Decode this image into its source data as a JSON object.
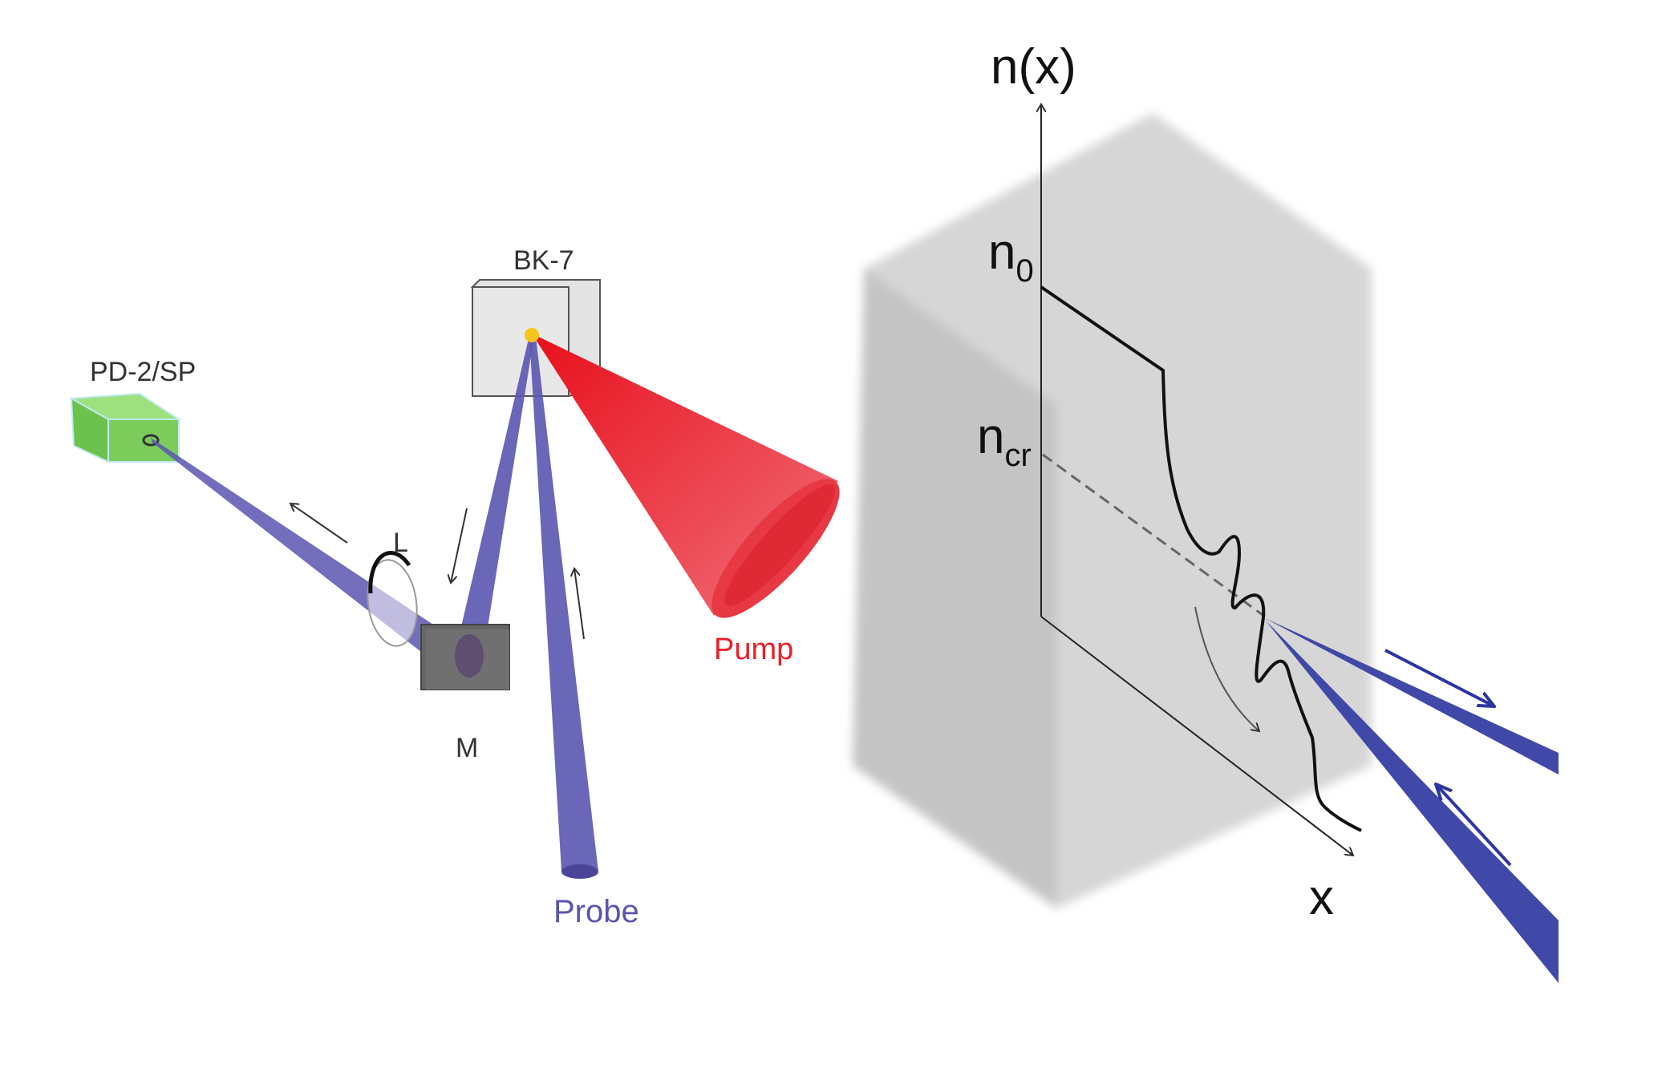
{
  "left_setup": {
    "sample_label": "BK-7",
    "detector_label": "PD-2/SP",
    "lens_label": "L",
    "mirror_label": "M",
    "pump_label": "Pump",
    "probe_label": "Probe"
  },
  "right_profile": {
    "y_axis_label": "n(x)",
    "x_axis_label": "x",
    "n0": {
      "base": "n",
      "sub": "0"
    },
    "ncr": {
      "base": "n",
      "sub": "cr"
    }
  },
  "colors": {
    "beam": "#5a55b0",
    "pump": "#e8202a",
    "detector": "#7ccc5c",
    "block": "#d3d3d3",
    "spot": "#f5c518"
  }
}
